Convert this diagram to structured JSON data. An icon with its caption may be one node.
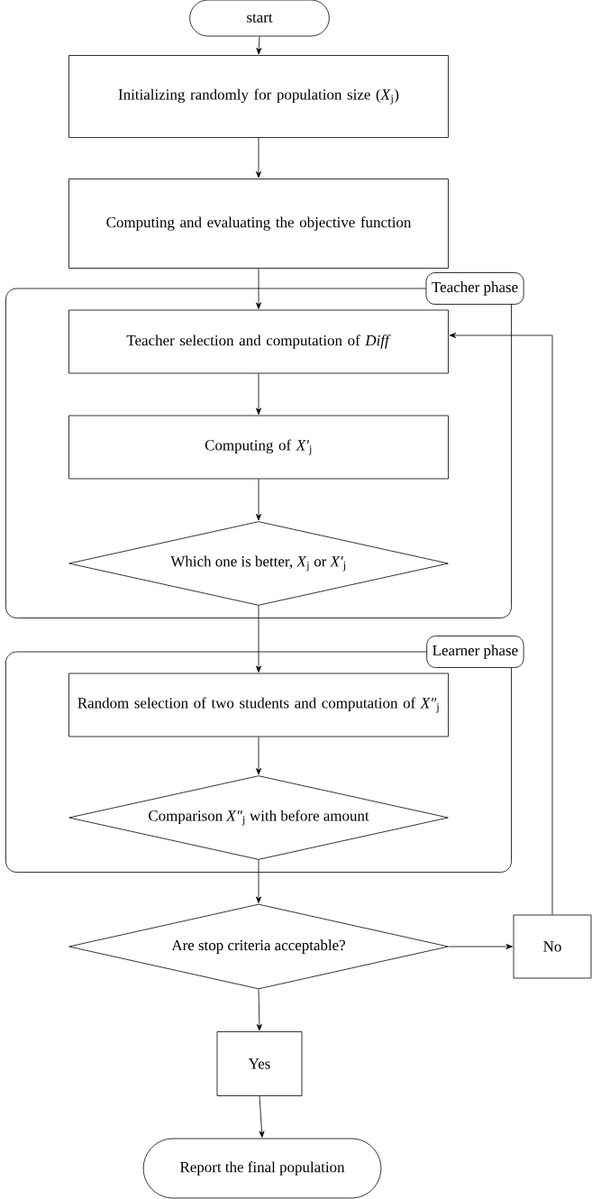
{
  "diagram": {
    "nodes": [
      {
        "text": [
          "start"
        ]
      },
      {
        "text": [
          "Initializing randomly for population size (*X*$_{j}$)"
        ]
      },
      {
        "text": [
          "Computing and evaluating the objective function"
        ]
      },
      {
        "text": [
          "Teacher phase"
        ]
      },
      {
        "text": [
          "Teacher selection and computation of *Diff*"
        ],
        "in": 3
      },
      {
        "text": [
          "Computing of *X′*$_{j}$"
        ],
        "in": 3
      },
      {
        "text": [
          "Which one is better, *X*$_{j}$ or *X′*$_{j}$"
        ],
        "in": 3
      },
      {
        "text": [
          "Learner phase"
        ]
      },
      {
        "text": [
          "Random selection of two students and computation of *X″*$_{j}$"
        ],
        "in": 7
      },
      {
        "text": [
          "Comparison *X″*$_{j}$ with before amount"
        ],
        "in": 7
      },
      {
        "text": [
          "Are stop criteria acceptable?"
        ]
      },
      {
        "text": [
          "No"
        ]
      },
      {
        "text": [
          "Yes"
        ]
      },
      {
        "text": [
          "Report the final population"
        ]
      }
    ],
    "edges": [
      {
        "from": 0,
        "to": 1,
        "arrow": "to"
      },
      {
        "from": 1,
        "to": 2,
        "arrow": "to"
      },
      {
        "from": 2,
        "to": 4,
        "arrow": "to"
      },
      {
        "from": 4,
        "to": 5,
        "arrow": "to"
      },
      {
        "from": 5,
        "to": 6,
        "arrow": "to"
      },
      {
        "from": 6,
        "to": 8,
        "arrow": "to"
      },
      {
        "from": 8,
        "to": 9,
        "arrow": "to"
      },
      {
        "from": 9,
        "to": 10,
        "arrow": "to"
      },
      {
        "from": 10,
        "to": 11,
        "arrow": "to"
      },
      {
        "from": 11,
        "to": 4,
        "arrow": "to"
      },
      {
        "from": 10,
        "to": 12,
        "arrow": "to"
      },
      {
        "from": 12,
        "to": 13,
        "arrow": "to"
      }
    ]
  }
}
